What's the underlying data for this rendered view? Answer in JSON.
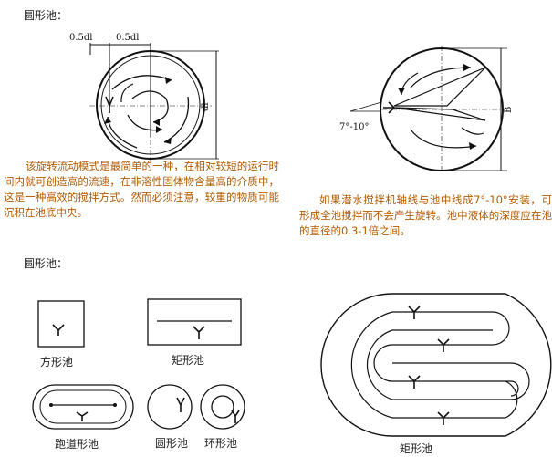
{
  "headings": {
    "top": "圆形池：",
    "middle": "圆形池："
  },
  "paragraphs": {
    "left": "该旋转流动模式是最简单的一种，在相对较短的运行时间内就可创造高的流速，在非溶性固体物含量高的介质中，这是一种高效的搅拌方式。然而必须注意，较重的物质可能沉积在池底中央。",
    "right": "如果潜水搅拌机轴线与池中线成7°-10°安装，可形成全池搅拌而不会产生旋转。池中液体的深度应在池的直径的0.3-1倍之间。"
  },
  "diagram_left": {
    "dim_top_left": "0.5dl",
    "dim_top_right": "0.5dl",
    "dim_side": "dl"
  },
  "diagram_right": {
    "angle": "7°-10°",
    "dim_side": "B"
  },
  "shapes": {
    "square": "方形池",
    "rect": "矩形池",
    "racetrack": "跑道形池",
    "circle": "圆形池",
    "ring": "环形池",
    "serpentine": "矩形池"
  },
  "colors": {
    "text_body": "#b35a00",
    "line": "#111111"
  }
}
